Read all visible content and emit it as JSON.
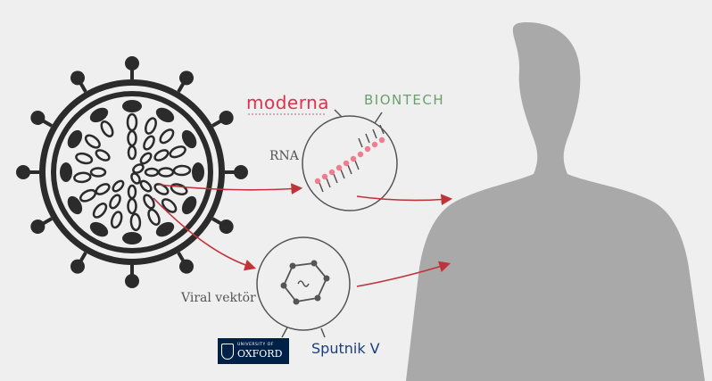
{
  "labels": {
    "rna": "RNA",
    "viral_vector": "Viral vektör"
  },
  "logos": {
    "moderna": "moderna",
    "biontech": "BIONTECH",
    "oxford_small": "UNIVERSITY OF",
    "oxford_big": "OXFORD",
    "sputnik": "Sputnik V"
  },
  "colors": {
    "background": "#efefef",
    "silhouette": "#a9a9a9",
    "virus": "#2b2b2b",
    "arrow": "#c0333a",
    "rna_strand": "#f07c8e",
    "moderna": "#e0314e",
    "biontech": "#6aa06e",
    "oxford": "#002147",
    "sputnik": "#1b3e7a"
  },
  "icons": [
    "virus-icon",
    "human-silhouette-icon",
    "rna-strand-icon",
    "viral-vector-icon"
  ]
}
